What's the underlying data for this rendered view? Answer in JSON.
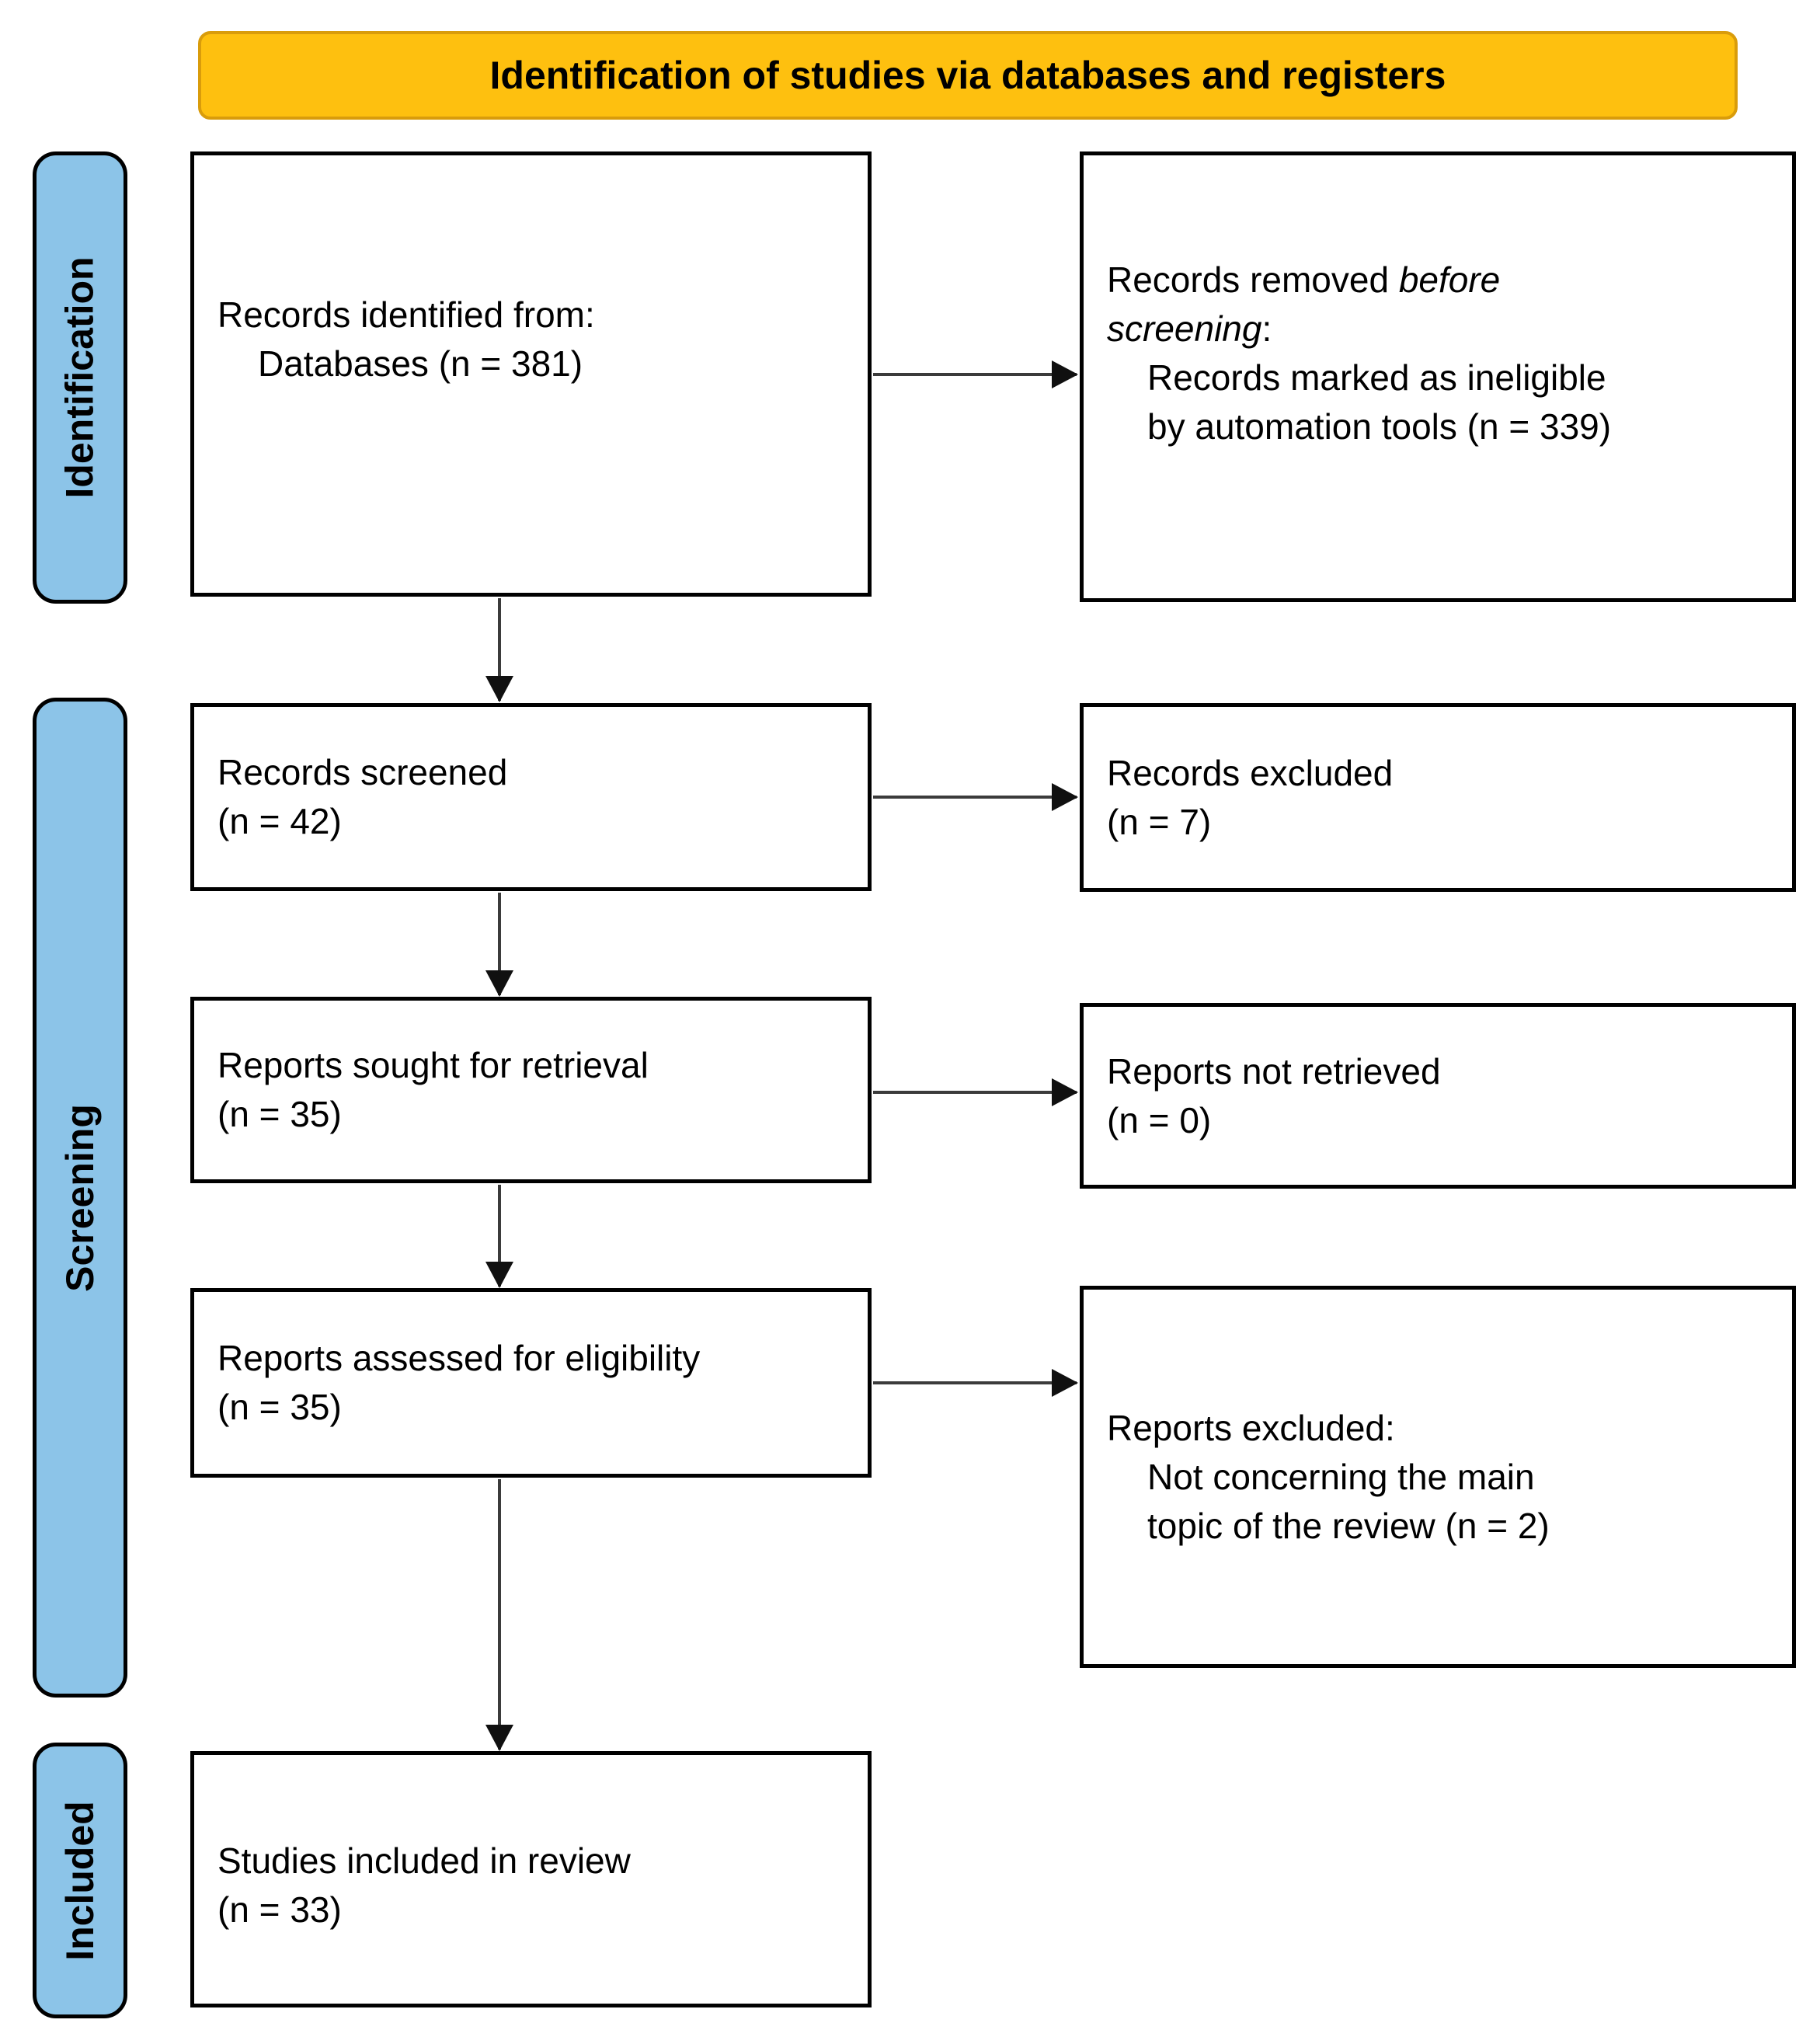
{
  "banner": {
    "title": "Identification of studies via databases and registers"
  },
  "stages": {
    "identification": "Identification",
    "screening": "Screening",
    "included": "Included"
  },
  "boxes": {
    "records_identified": {
      "line1": "Records identified from:",
      "line2": "Databases (n = 381)"
    },
    "records_removed": {
      "line1_regular": "Records removed ",
      "line1_italic": "before",
      "line2_italic": "screening",
      "line2_regular": ":",
      "line3": "Records marked as ineligible",
      "line4": "by automation tools (n = 339)"
    },
    "records_screened": {
      "line1": "Records screened",
      "line2": "(n = 42)"
    },
    "records_excluded": {
      "line1": "Records excluded",
      "line2": "(n = 7)"
    },
    "reports_sought": {
      "line1": "Reports sought for retrieval",
      "line2": "(n = 35)"
    },
    "reports_not_retrieved": {
      "line1": "Reports not retrieved",
      "line2": "(n = 0)"
    },
    "reports_assessed": {
      "line1": "Reports assessed for eligibility",
      "line2": "(n = 35)"
    },
    "reports_excluded": {
      "line1": "Reports excluded:",
      "line2": "Not concerning the main",
      "line3": "topic of the review (n = 2)"
    },
    "studies_included": {
      "line1": "Studies included in review",
      "line2": "(n = 33)"
    }
  },
  "colors": {
    "banner_fill": "#FEC00F",
    "banner_border": "#D99C0B",
    "stage_fill": "#8CC4E8",
    "box_border": "#000000",
    "arrow": "#3B3B3B"
  }
}
